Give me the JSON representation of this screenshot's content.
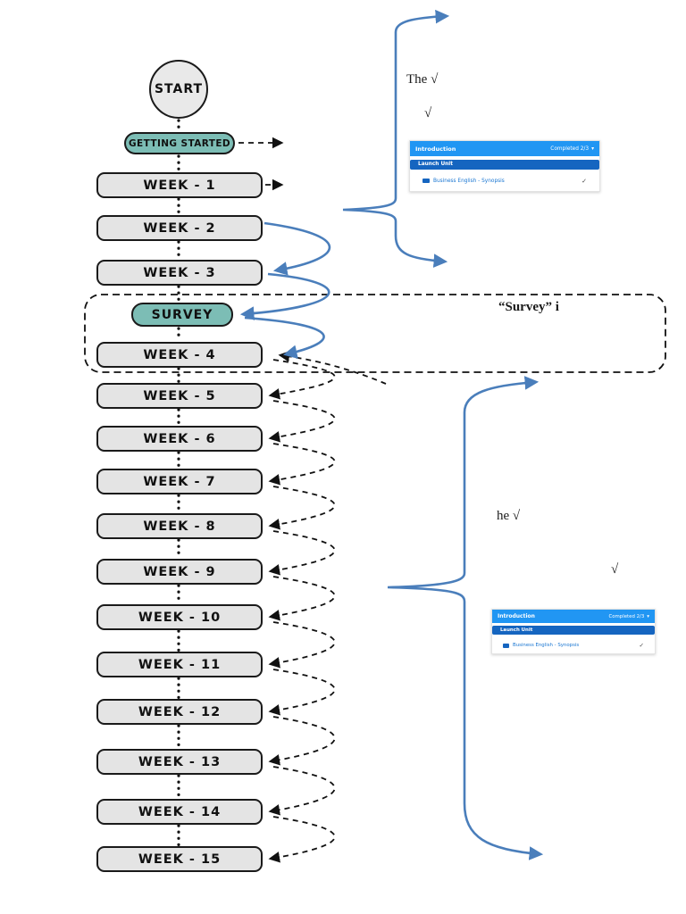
{
  "flowchart": {
    "start": "START",
    "getting_started": "GETTING STARTED",
    "survey": "SURVEY",
    "weeks": [
      "WEEK - 1",
      "WEEK - 2",
      "WEEK - 3",
      "WEEK - 4",
      "WEEK - 5",
      "WEEK - 6",
      "WEEK - 7",
      "WEEK - 8",
      "WEEK - 9",
      "WEEK - 10",
      "WEEK - 11",
      "WEEK - 12",
      "WEEK - 13",
      "WEEK - 14",
      "WEEK - 15"
    ]
  },
  "annotations": {
    "top_note_line1": "The  √",
    "top_note_line2": "√",
    "survey_note": "“Survey” i",
    "bottom_note_line1": "he  √",
    "bottom_note_line2": "√"
  },
  "lms_card": {
    "title": "Introduction",
    "completed": "Completed 2/3",
    "caret": "▾",
    "launch_button": "Launch Unit",
    "unit_link": "Business English - Synopsis",
    "check": "✓"
  },
  "colors": {
    "arrow_blue": "#4a7ebb",
    "teal_fill": "#7cbdb5",
    "box_fill": "#e4e4e4",
    "lms_header_blue": "#2196f3",
    "lms_button_blue": "#1565c0",
    "link_blue": "#1976d2"
  }
}
